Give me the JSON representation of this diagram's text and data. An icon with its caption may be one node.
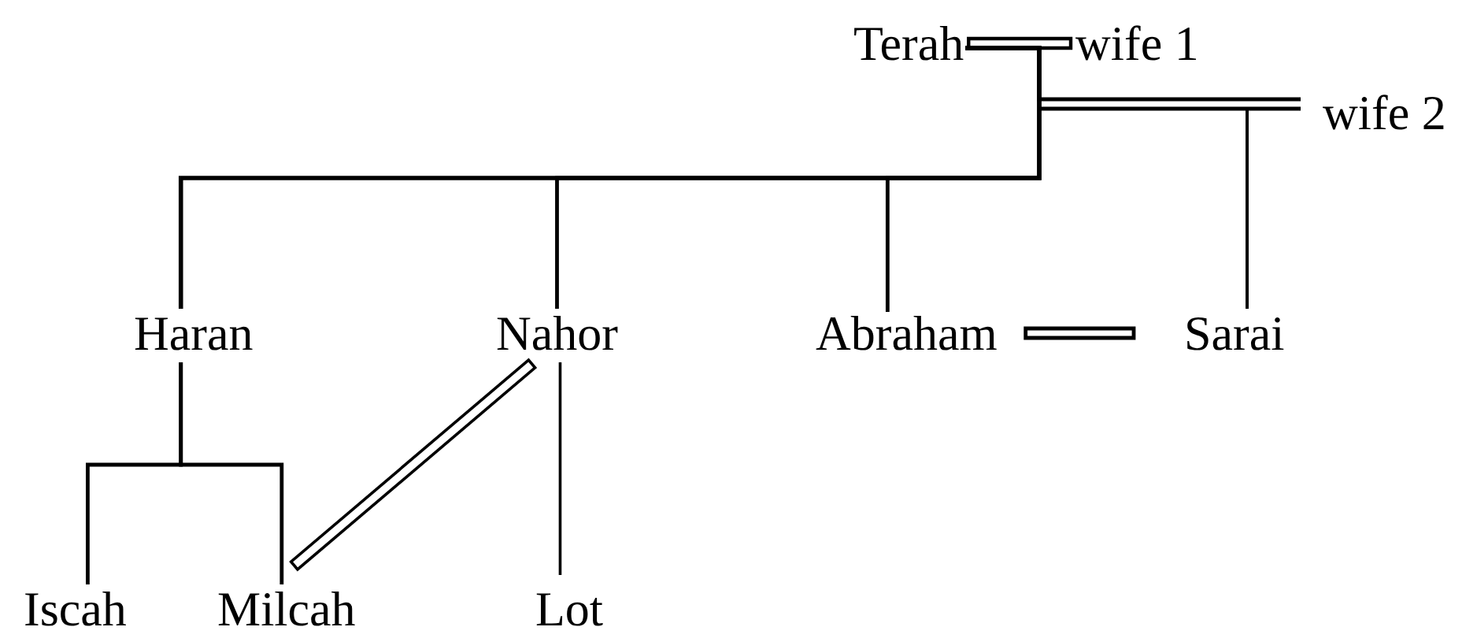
{
  "diagram": {
    "nodes": [
      {
        "text": [
          "Terah"
        ]
      },
      {
        "text": [
          "wife 1"
        ]
      },
      {
        "text": [
          "wife 2"
        ]
      },
      {
        "text": [
          "Haran"
        ]
      },
      {
        "text": [
          "Nahor"
        ]
      },
      {
        "text": [
          "Abraham"
        ]
      },
      {
        "text": [
          "Sarai"
        ]
      },
      {
        "text": [
          "Iscah"
        ]
      },
      {
        "text": [
          "Milcah"
        ]
      },
      {
        "text": [
          "Lot"
        ]
      }
    ],
    "edges": [
      {
        "from": 0,
        "to": 1,
        "arrow": "none"
      },
      {
        "from": 0,
        "to": 2,
        "arrow": "none"
      },
      {
        "from": 0,
        "to": 3,
        "arrow": "none"
      },
      {
        "from": 0,
        "to": 4,
        "arrow": "none"
      },
      {
        "from": 0,
        "to": 5,
        "arrow": "none"
      },
      {
        "from": 2,
        "to": 6,
        "arrow": "none"
      },
      {
        "from": 5,
        "to": 6,
        "arrow": "none"
      },
      {
        "from": 3,
        "to": 7,
        "arrow": "none"
      },
      {
        "from": 3,
        "to": 8,
        "arrow": "none"
      },
      {
        "from": 4,
        "to": 8,
        "arrow": "none"
      },
      {
        "from": 4,
        "to": 9,
        "arrow": "none"
      }
    ]
  }
}
